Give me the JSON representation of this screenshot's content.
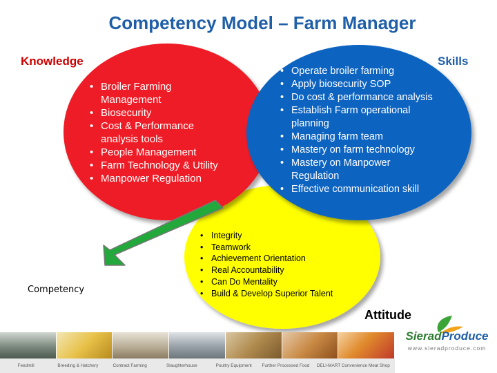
{
  "title": "Competency Model – Farm Manager",
  "knowledge": {
    "label": "Knowledge",
    "items": [
      "Broiler Farming Management",
      "Biosecurity",
      "Cost & Performance analysis tools",
      "People Management",
      "Farm Technology & Utility",
      "Manpower Regulation"
    ]
  },
  "skills": {
    "label": "Skills",
    "items": [
      "Operate broiler farming",
      "Apply biosecurity SOP",
      "Do cost & performance analysis",
      "Establish Farm operational planning",
      "Managing farm team",
      "Mastery on farm technology",
      "Mastery on Manpower Regulation",
      "Effective communication skill"
    ]
  },
  "attitude": {
    "label": "Attitude",
    "items": [
      "Integrity",
      "Teamwork",
      "Achievement Orientation",
      "Real Accountability",
      "Can Do Mentality",
      "Build  & Develop Superior Talent"
    ]
  },
  "competency_label": "Competency",
  "footer": {
    "labels": [
      "Feedmill",
      "Breeding & Hatchery",
      "Contract Farming",
      "Slaughterhouse",
      "Poultry Equipment",
      "Further Processed Food",
      "DELI-MART Convenience Meat Shop"
    ]
  },
  "logo": {
    "name": "SieradProduce",
    "name_parts": [
      "Sierad",
      "Produce"
    ],
    "url": "www.sieradproduce.com"
  },
  "colors": {
    "title": "#1f5fa8",
    "knowledge_circle": "#ee1c25",
    "skills_circle": "#0a63c0",
    "attitude_circle": "#ffff00",
    "arrow": "#23a83c",
    "knowledge_label": "#cc0000"
  }
}
